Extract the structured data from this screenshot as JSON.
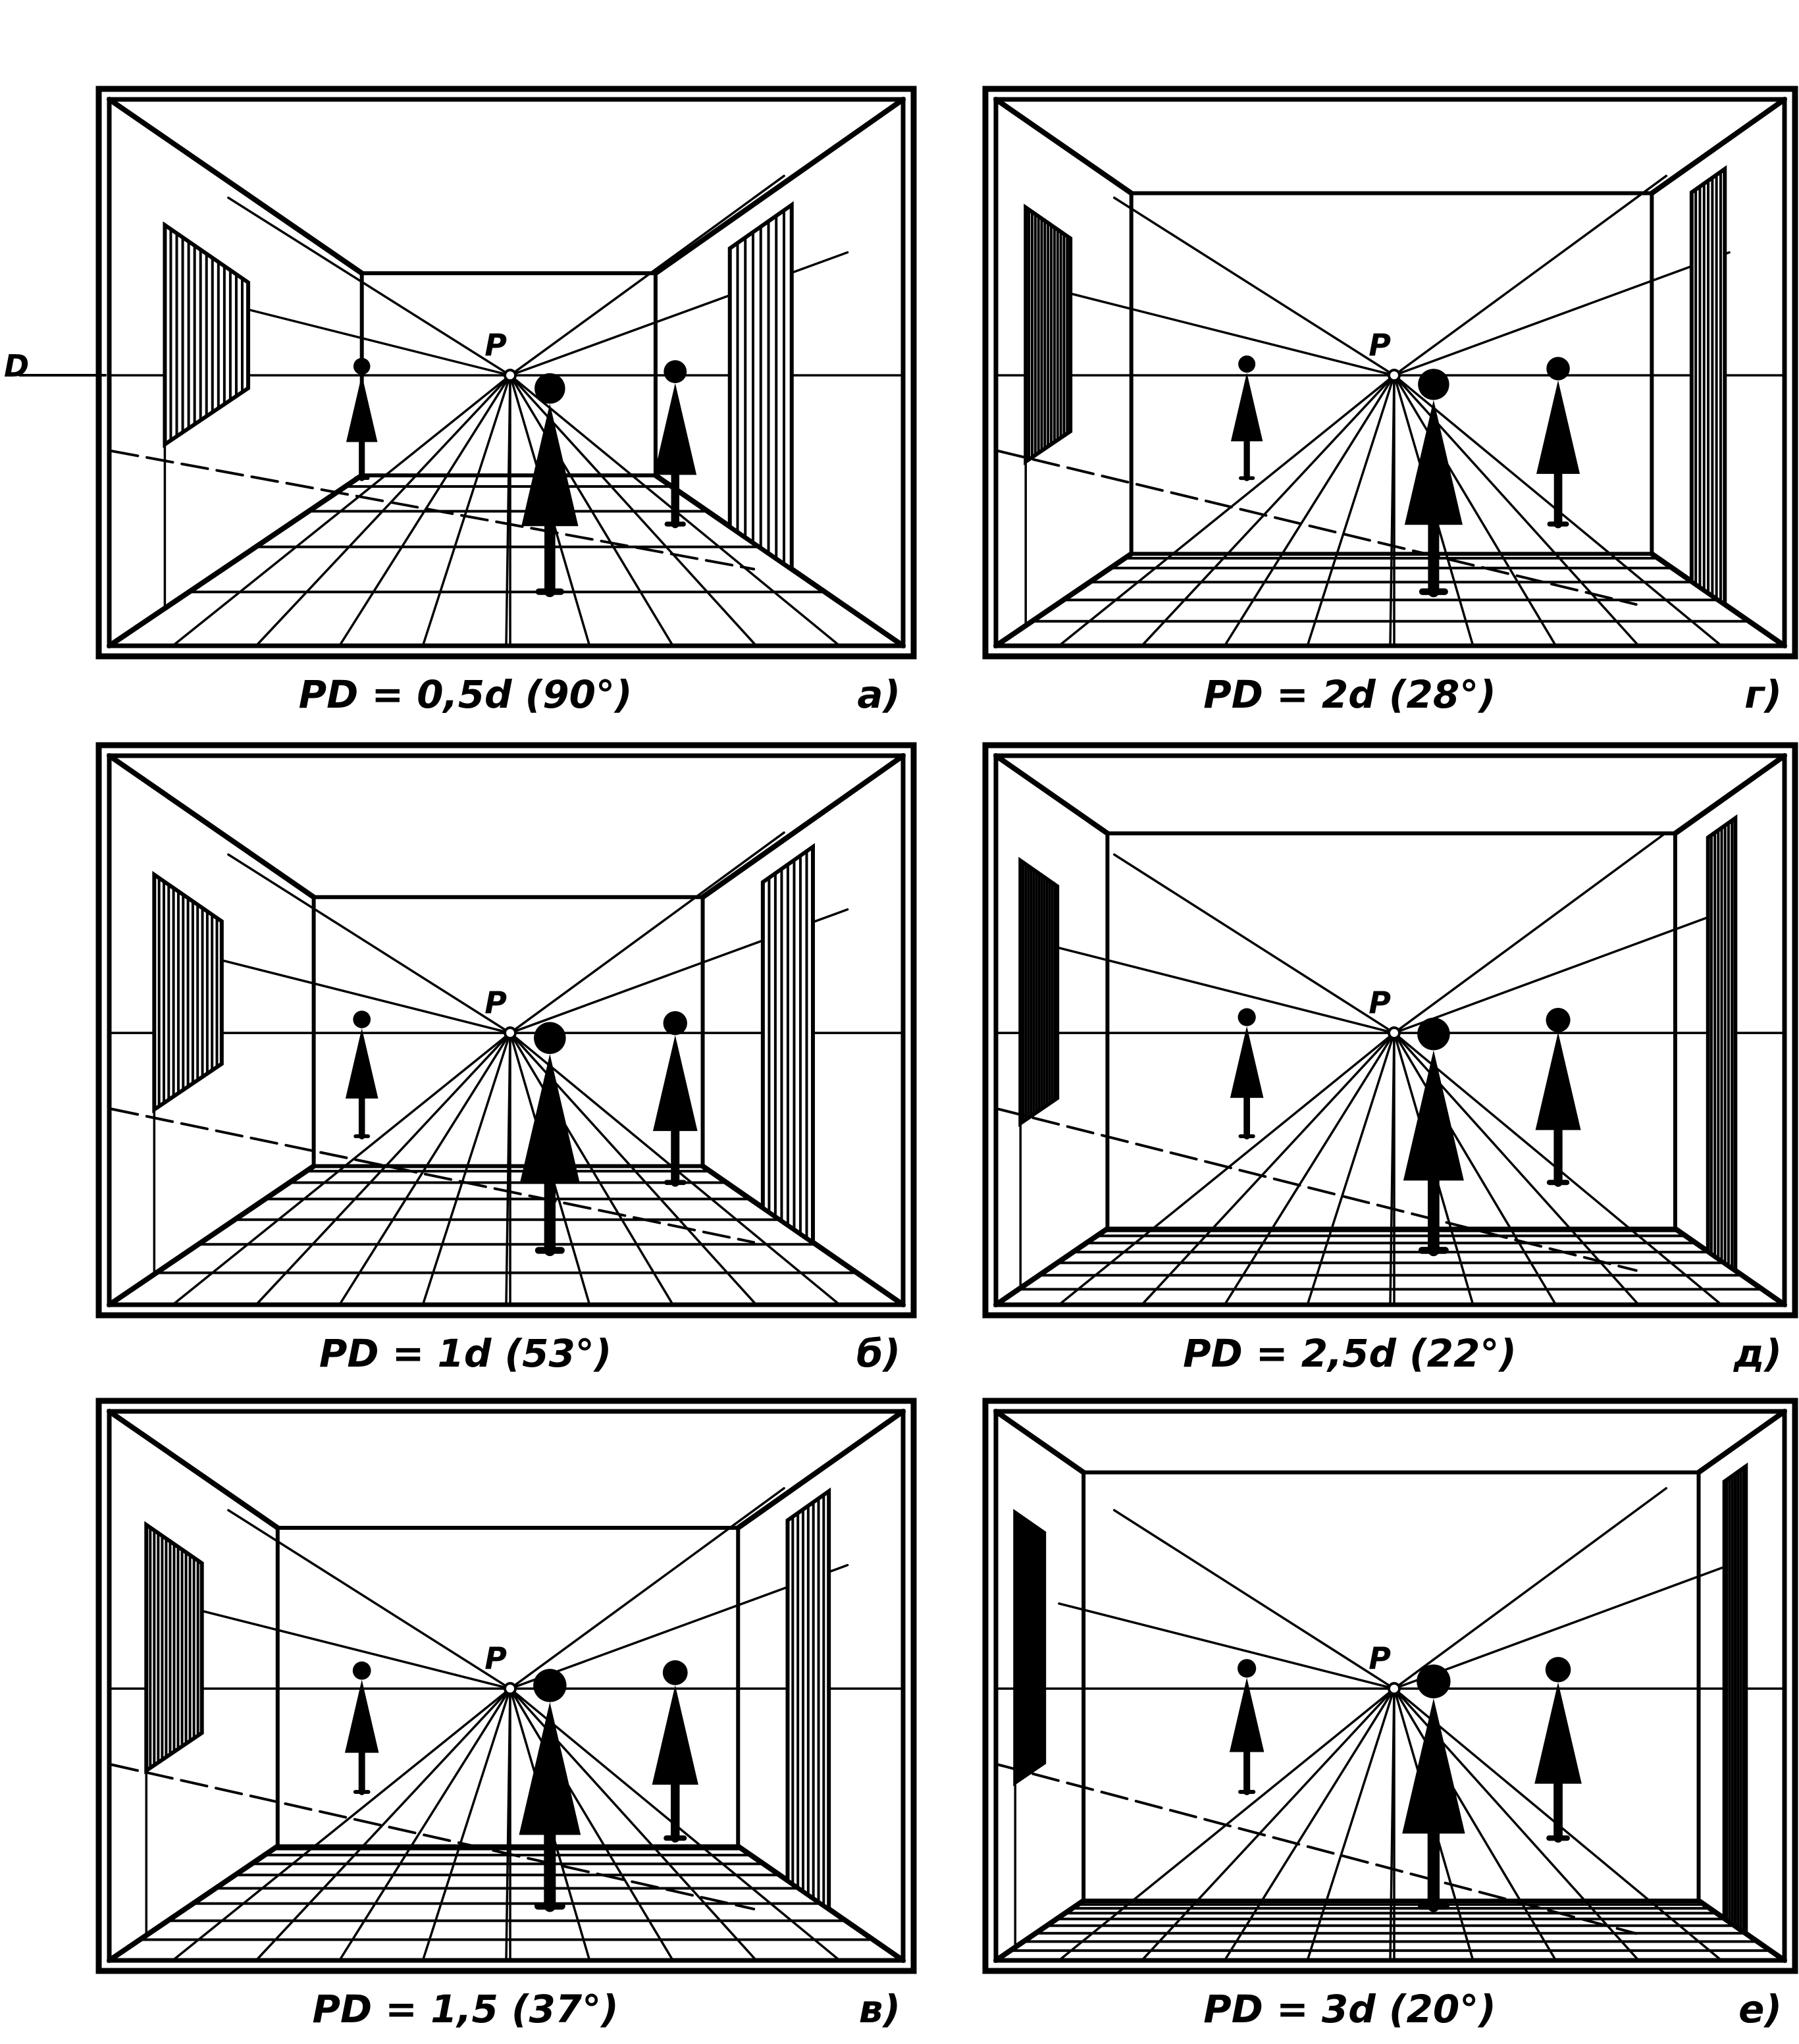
{
  "figure": {
    "vanishing_point_label": "P",
    "side_mark": "D",
    "panels": [
      {
        "id": "a",
        "caption": "PD = 0,5d (90°)",
        "letter": "a)",
        "back_ratio": 0.37
      },
      {
        "id": "g",
        "caption": "PD = 2d (28°)",
        "letter": "г)",
        "back_ratio": 0.66
      },
      {
        "id": "b",
        "caption": "PD = 1d (53°)",
        "letter": "б)",
        "back_ratio": 0.49
      },
      {
        "id": "d",
        "caption": "PD = 2,5d (22°)",
        "letter": "д)",
        "back_ratio": 0.72
      },
      {
        "id": "v",
        "caption": "PD = 1,5 (37°)",
        "letter": "в)",
        "back_ratio": 0.58
      },
      {
        "id": "e",
        "caption": "PD = 3d (20°)",
        "letter": "е)",
        "back_ratio": 0.78
      }
    ]
  }
}
